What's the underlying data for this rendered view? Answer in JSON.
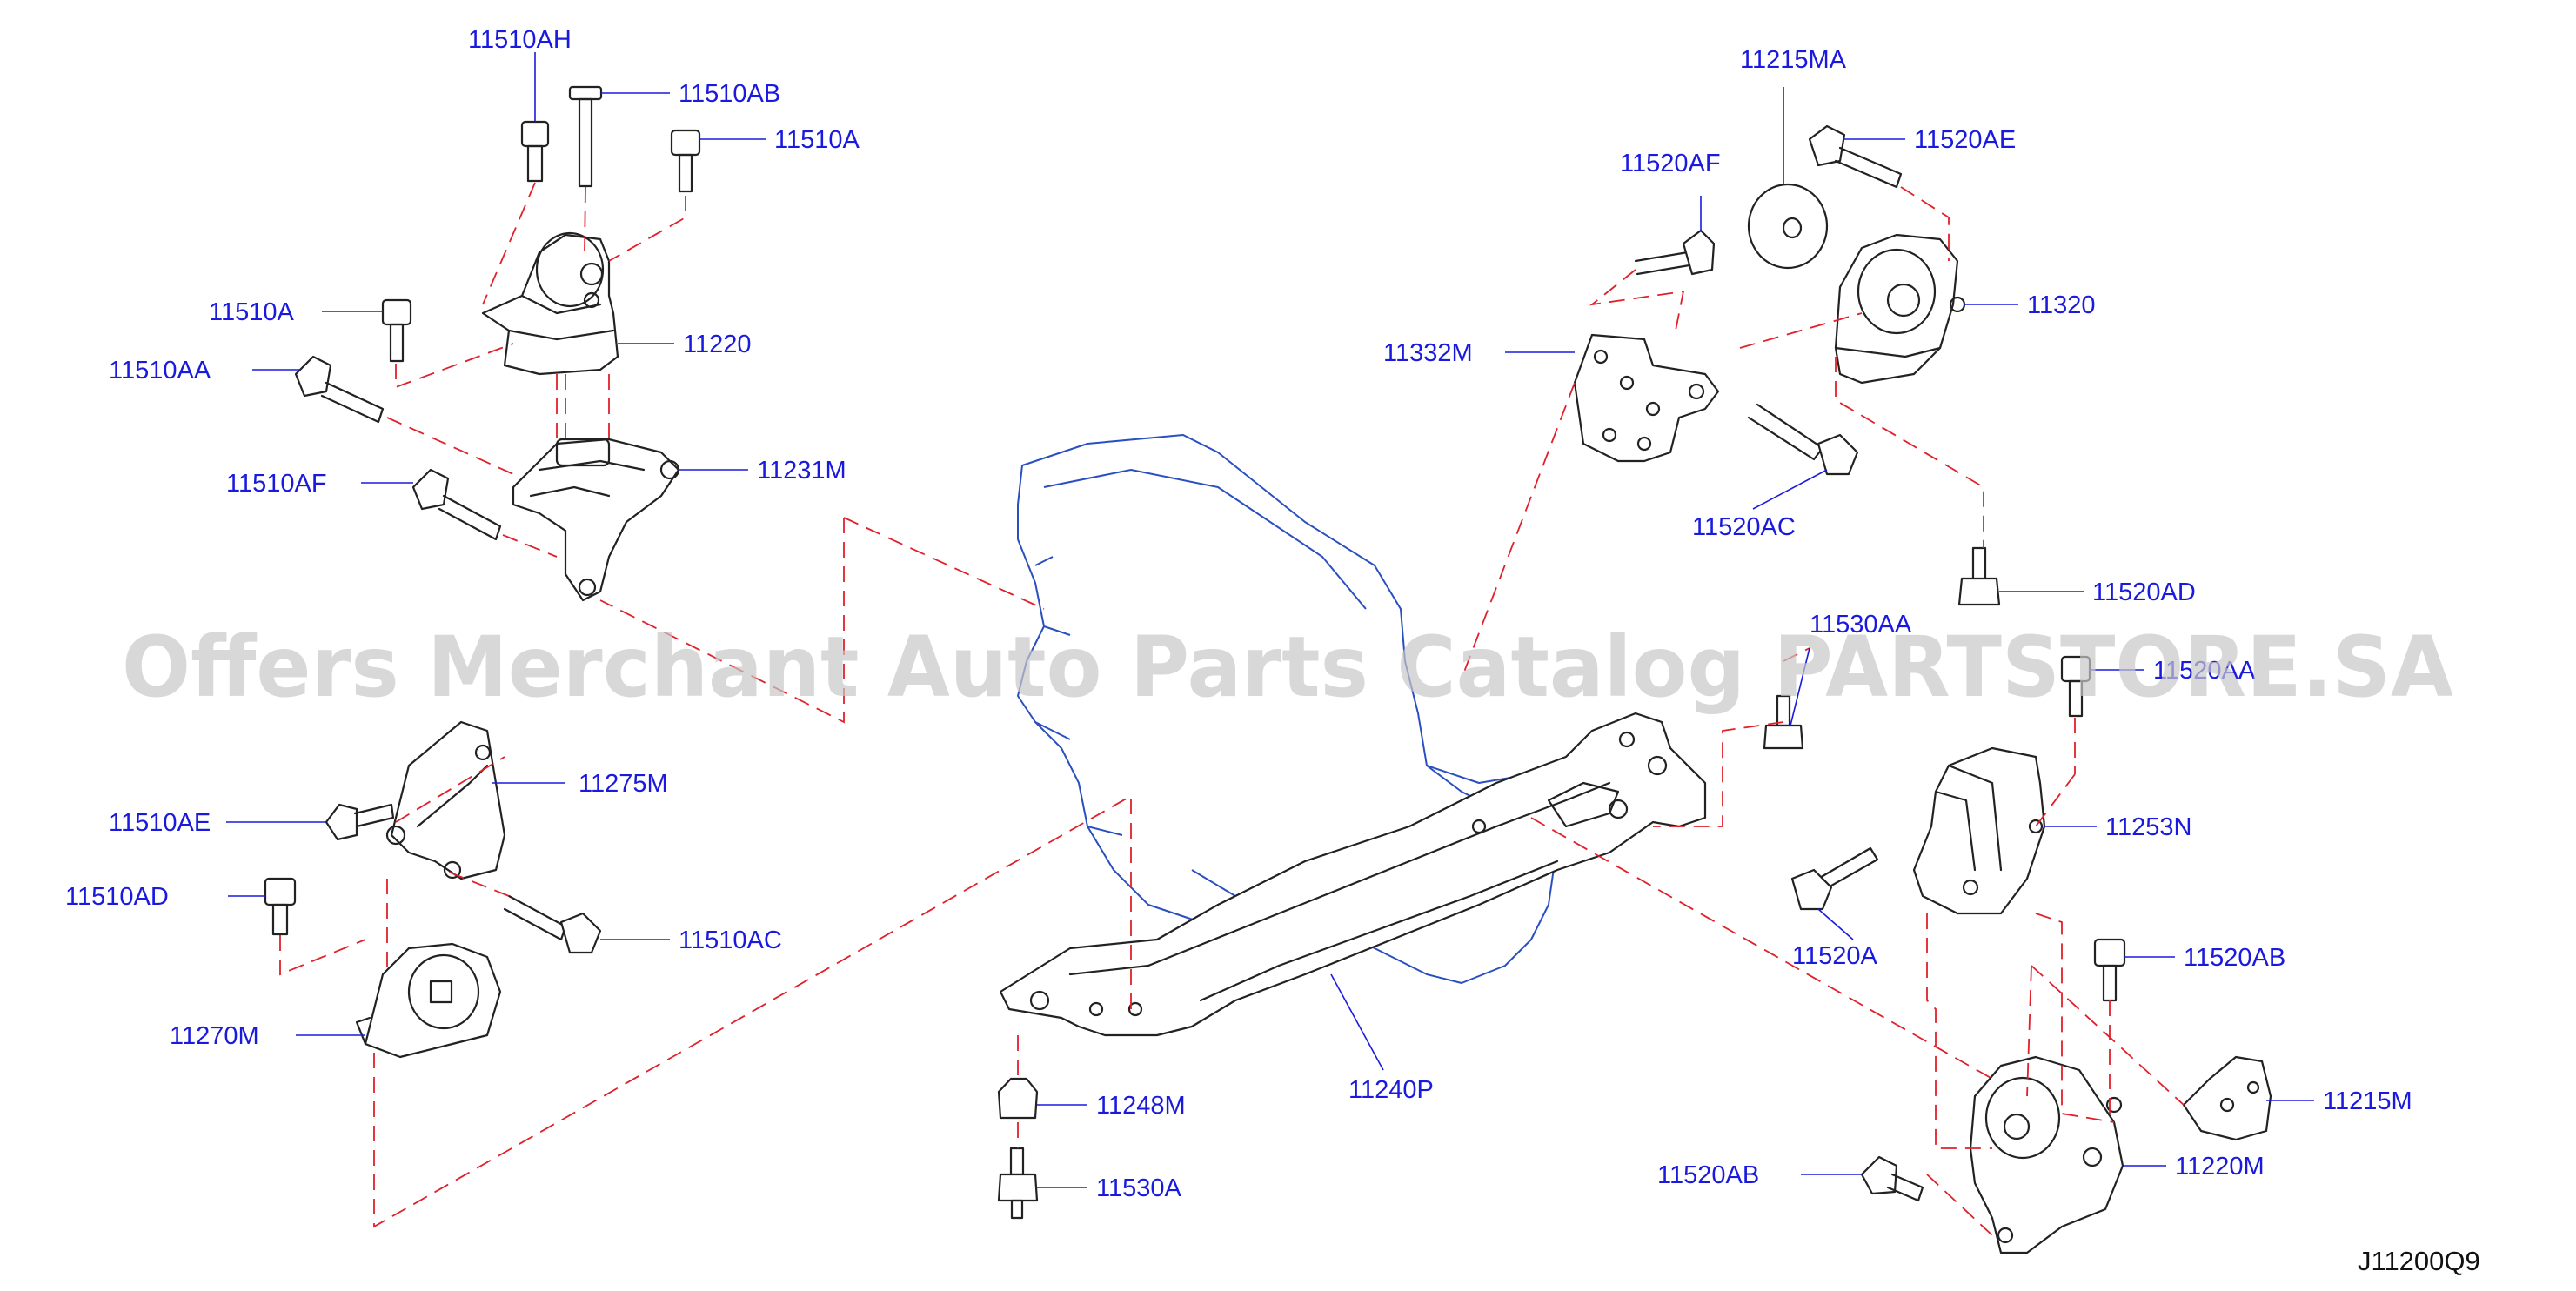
{
  "diagram": {
    "code": "J11200Q9",
    "watermark": "Offers Merchant Auto Parts Catalog PARTSTORE.SA",
    "labels": {
      "p11510AH": "11510AH",
      "p11510AB": "11510AB",
      "p11510A_top": "11510A",
      "p11510A_left": "11510A",
      "p11220": "11220",
      "p11510AA": "11510AA",
      "p11231M": "11231M",
      "p11510AF": "11510AF",
      "p11275M": "11275M",
      "p11510AE": "11510AE",
      "p11510AD": "11510AD",
      "p11510AC": "11510AC",
      "p11270M": "11270M",
      "p11248M": "11248M",
      "p11530A": "11530A",
      "p11240P": "11240P",
      "p11215MA": "11215MA",
      "p11520AF": "11520AF",
      "p11520AE": "11520AE",
      "p11320": "11320",
      "p11332M": "11332M",
      "p11520AC": "11520AC",
      "p11520AD": "11520AD",
      "p11530AA": "11530AA",
      "p11520AA": "11520AA",
      "p11253N": "11253N",
      "p11520A": "11520A",
      "p11520AB_right": "11520AB",
      "p11215M": "11215M",
      "p11520AB_bottom": "11520AB",
      "p11220M": "11220M"
    }
  }
}
